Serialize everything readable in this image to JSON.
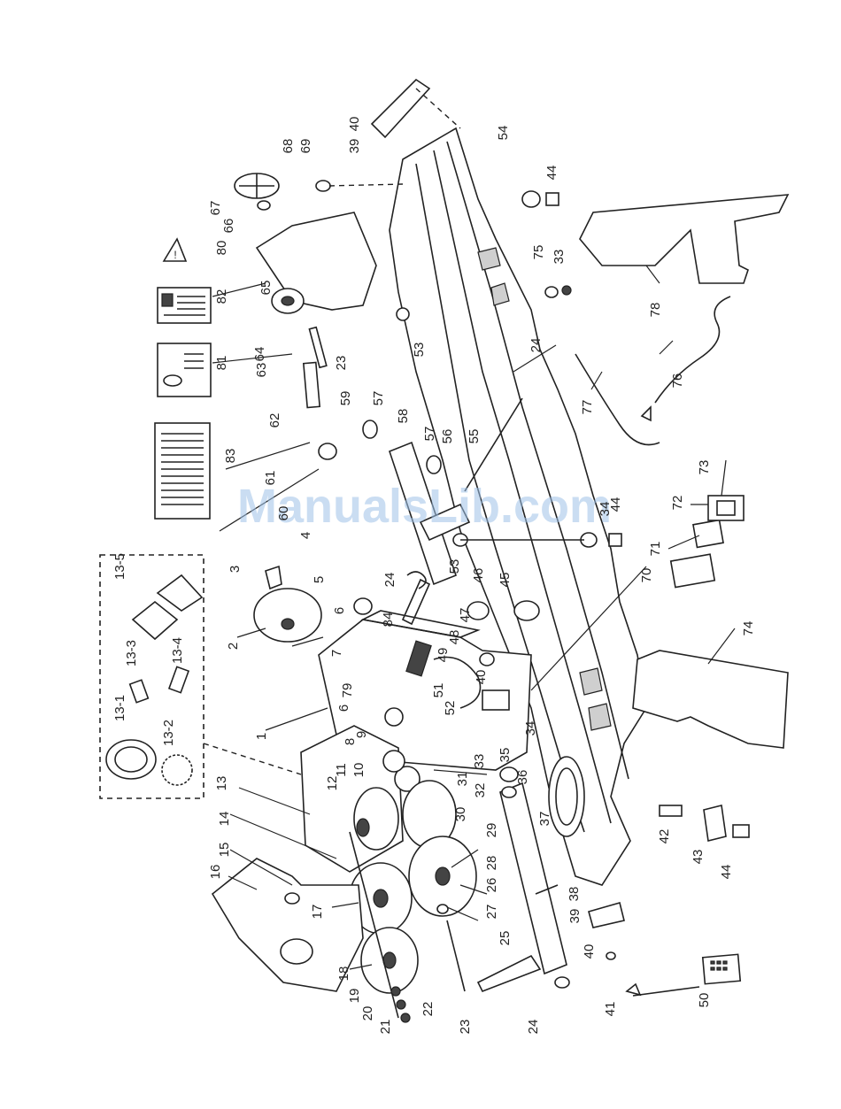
{
  "watermark": "ManualsLib.com",
  "callouts": [
    {
      "id": "c1",
      "text": "1"
    },
    {
      "id": "c2",
      "text": "2"
    },
    {
      "id": "c3",
      "text": "3"
    },
    {
      "id": "c4",
      "text": "4"
    },
    {
      "id": "c5",
      "text": "5"
    },
    {
      "id": "c6a",
      "text": "6"
    },
    {
      "id": "c6b",
      "text": "6"
    },
    {
      "id": "c7",
      "text": "7"
    },
    {
      "id": "c8",
      "text": "8"
    },
    {
      "id": "c9",
      "text": "9"
    },
    {
      "id": "c10",
      "text": "10"
    },
    {
      "id": "c11",
      "text": "11"
    },
    {
      "id": "c12",
      "text": "12"
    },
    {
      "id": "c13",
      "text": "13"
    },
    {
      "id": "c13_1",
      "text": "13-1"
    },
    {
      "id": "c13_2",
      "text": "13-2"
    },
    {
      "id": "c13_3",
      "text": "13-3"
    },
    {
      "id": "c13_4",
      "text": "13-4"
    },
    {
      "id": "c13_5",
      "text": "13-5"
    },
    {
      "id": "c14",
      "text": "14"
    },
    {
      "id": "c15",
      "text": "15"
    },
    {
      "id": "c16",
      "text": "16"
    },
    {
      "id": "c17",
      "text": "17"
    },
    {
      "id": "c18",
      "text": "18"
    },
    {
      "id": "c19",
      "text": "19"
    },
    {
      "id": "c20",
      "text": "20"
    },
    {
      "id": "c21",
      "text": "21"
    },
    {
      "id": "c22",
      "text": "22"
    },
    {
      "id": "c23a",
      "text": "23"
    },
    {
      "id": "c23b",
      "text": "23"
    },
    {
      "id": "c24a",
      "text": "24"
    },
    {
      "id": "c24b",
      "text": "24"
    },
    {
      "id": "c24c",
      "text": "24"
    },
    {
      "id": "c25",
      "text": "25"
    },
    {
      "id": "c26",
      "text": "26"
    },
    {
      "id": "c27",
      "text": "27"
    },
    {
      "id": "c28",
      "text": "28"
    },
    {
      "id": "c29",
      "text": "29"
    },
    {
      "id": "c30",
      "text": "30"
    },
    {
      "id": "c31",
      "text": "31"
    },
    {
      "id": "c32",
      "text": "32"
    },
    {
      "id": "c33a",
      "text": "33"
    },
    {
      "id": "c33b",
      "text": "33"
    },
    {
      "id": "c34a",
      "text": "34"
    },
    {
      "id": "c34b",
      "text": "34"
    },
    {
      "id": "c35",
      "text": "35"
    },
    {
      "id": "c36",
      "text": "36"
    },
    {
      "id": "c37",
      "text": "37"
    },
    {
      "id": "c38",
      "text": "38"
    },
    {
      "id": "c39a",
      "text": "39"
    },
    {
      "id": "c39b",
      "text": "39"
    },
    {
      "id": "c40a",
      "text": "40"
    },
    {
      "id": "c40b",
      "text": "40"
    },
    {
      "id": "c40c",
      "text": "40"
    },
    {
      "id": "c41",
      "text": "41"
    },
    {
      "id": "c42",
      "text": "42"
    },
    {
      "id": "c43",
      "text": "43"
    },
    {
      "id": "c44a",
      "text": "44"
    },
    {
      "id": "c44b",
      "text": "44"
    },
    {
      "id": "c44c",
      "text": "44"
    },
    {
      "id": "c45",
      "text": "45"
    },
    {
      "id": "c46",
      "text": "46"
    },
    {
      "id": "c47",
      "text": "47"
    },
    {
      "id": "c48",
      "text": "48"
    },
    {
      "id": "c49",
      "text": "49"
    },
    {
      "id": "c50",
      "text": "50"
    },
    {
      "id": "c51",
      "text": "51"
    },
    {
      "id": "c52",
      "text": "52"
    },
    {
      "id": "c53a",
      "text": "53"
    },
    {
      "id": "c53b",
      "text": "53"
    },
    {
      "id": "c54",
      "text": "54"
    },
    {
      "id": "c55",
      "text": "55"
    },
    {
      "id": "c56",
      "text": "56"
    },
    {
      "id": "c57a",
      "text": "57"
    },
    {
      "id": "c57b",
      "text": "57"
    },
    {
      "id": "c58",
      "text": "58"
    },
    {
      "id": "c59",
      "text": "59"
    },
    {
      "id": "c60",
      "text": "60"
    },
    {
      "id": "c61",
      "text": "61"
    },
    {
      "id": "c62",
      "text": "62"
    },
    {
      "id": "c63",
      "text": "63"
    },
    {
      "id": "c64",
      "text": "64"
    },
    {
      "id": "c65",
      "text": "65"
    },
    {
      "id": "c66",
      "text": "66"
    },
    {
      "id": "c67",
      "text": "67"
    },
    {
      "id": "c68",
      "text": "68"
    },
    {
      "id": "c69",
      "text": "69"
    },
    {
      "id": "c70",
      "text": "70"
    },
    {
      "id": "c71",
      "text": "71"
    },
    {
      "id": "c72",
      "text": "72"
    },
    {
      "id": "c73",
      "text": "73"
    },
    {
      "id": "c74",
      "text": "74"
    },
    {
      "id": "c75",
      "text": "75"
    },
    {
      "id": "c76",
      "text": "76"
    },
    {
      "id": "c77",
      "text": "77"
    },
    {
      "id": "c78",
      "text": "78"
    },
    {
      "id": "c79",
      "text": "79"
    },
    {
      "id": "c80",
      "text": "80"
    },
    {
      "id": "c81",
      "text": "81"
    },
    {
      "id": "c82",
      "text": "82"
    },
    {
      "id": "c83",
      "text": "83"
    },
    {
      "id": "c84",
      "text": "84"
    }
  ]
}
